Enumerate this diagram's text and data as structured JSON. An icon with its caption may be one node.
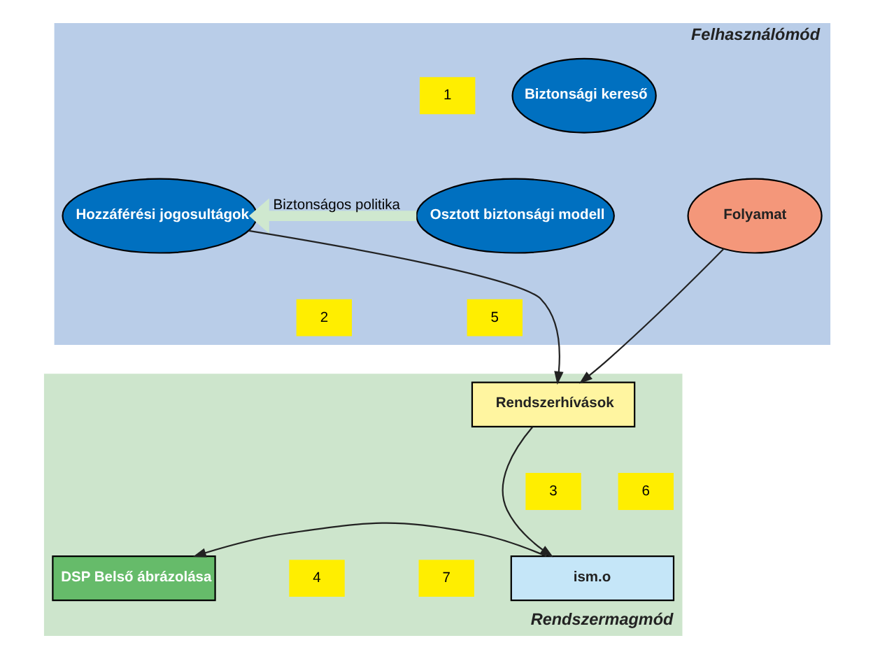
{
  "diagram": {
    "nodes": [
      {
        "text": [
          "Felhasználómód"
        ]
      },
      {
        "text": [
          "Biztonsági kereső"
        ],
        "in": 0
      },
      {
        "text": [
          "Hozzáférési jogosultágok"
        ],
        "in": 0
      },
      {
        "text": [
          "Osztott biztonsági modell"
        ],
        "in": 0
      },
      {
        "text": [
          "Folyamat"
        ],
        "in": 0
      },
      {
        "text": [
          "Rendszermagmód"
        ]
      },
      {
        "text": [
          "Rendszerhívások"
        ],
        "in": 5
      },
      {
        "text": [
          "DSP Belső ábrázolása"
        ],
        "in": 5
      },
      {
        "text": [
          "ism.o"
        ],
        "in": 5
      }
    ],
    "edges": [
      {
        "from": 3,
        "to": 2,
        "arrow": "to",
        "label": "Biztonságos politika",
        "style": "thick",
        "color": "#cfe8cf"
      },
      {
        "from": 2,
        "to": 6,
        "arrow": "to"
      },
      {
        "from": 4,
        "to": 6,
        "arrow": "to"
      },
      {
        "from": 6,
        "to": 8,
        "arrow": "to"
      },
      {
        "from": 8,
        "to": 7,
        "arrow": "to"
      }
    ],
    "labels": [
      "1",
      "2",
      "5",
      "3",
      "6",
      "4",
      "7"
    ]
  }
}
